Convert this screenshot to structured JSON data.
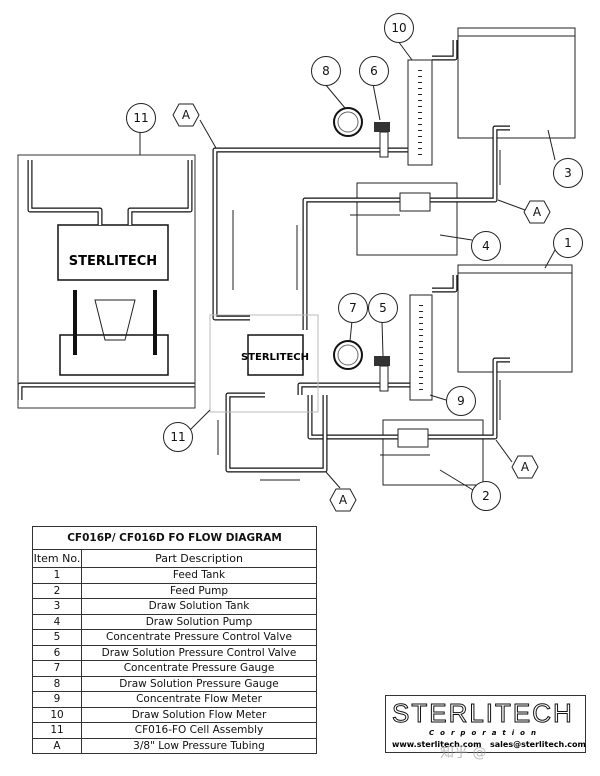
{
  "callouts": {
    "c1": "1",
    "c2": "2",
    "c3": "3",
    "c4": "4",
    "c5": "5",
    "c6": "6",
    "c7": "7",
    "c8": "8",
    "c9": "9",
    "c10": "10",
    "c11a": "11",
    "c11b": "11",
    "tubing": "A"
  },
  "cell_label": "STERLITECH",
  "table": {
    "title": "CF016P/ CF016D FO FLOW DIAGRAM",
    "headers": [
      "Item No.",
      "Part Description"
    ],
    "rows": [
      [
        "1",
        "Feed Tank"
      ],
      [
        "2",
        "Feed Pump"
      ],
      [
        "3",
        "Draw Solution Tank"
      ],
      [
        "4",
        "Draw Solution Pump"
      ],
      [
        "5",
        "Concentrate Pressure Control Valve"
      ],
      [
        "6",
        "Draw Solution Pressure Control Valve"
      ],
      [
        "7",
        "Concentrate Pressure Gauge"
      ],
      [
        "8",
        "Draw Solution Pressure Gauge"
      ],
      [
        "9",
        "Concentrate Flow Meter"
      ],
      [
        "10",
        "Draw Solution Flow Meter"
      ],
      [
        "11",
        "CF016-FO Cell Assembly"
      ],
      [
        "A",
        "3/8\" Low Pressure Tubing"
      ]
    ]
  },
  "logo": {
    "name": "STERLITECH",
    "corp": "Corporation",
    "web": "www.sterlitech.com",
    "email": "sales@sterlitech.com"
  },
  "watermark": "知乎 @"
}
